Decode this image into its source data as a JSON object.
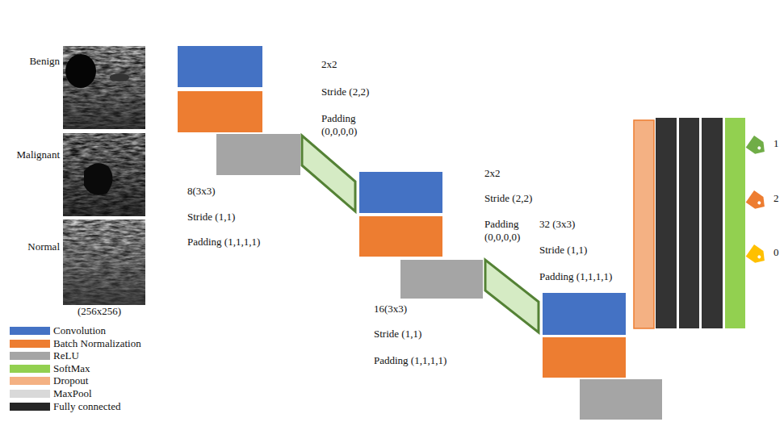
{
  "diagram": {
    "labels": [
      "Benign",
      "Malignant",
      "Normal",
      "(256x256)",
      "2x2",
      "Stride (2,2)",
      "Padding (0,0,0,0)",
      "8(3x3)",
      "Stride (1,1)",
      "Padding (1,1,1,1)",
      "2x2",
      "Stride (2,2)",
      "Padding (0,0,0,0)",
      "16(3x3)",
      "Stride (1,1)",
      "Padding (1,1,1,1)",
      "32 (3x3)",
      "Stride (1,1)",
      "Padding (1,1,1,1)",
      "1",
      "2",
      "0"
    ],
    "legend": [
      {
        "text": "Convolution",
        "color": "#4472c4"
      },
      {
        "text": "Batch Normalization",
        "color": "#ed7d31"
      },
      {
        "text": "ReLU",
        "color": "#a5a5a5"
      },
      {
        "text": "SoftMax",
        "color": "#92d050"
      },
      {
        "text": "Dropout",
        "color": "#f4b183"
      },
      {
        "text": "MaxPool",
        "color": "#d9d9d9"
      },
      {
        "text": "Fully connected",
        "color": "#262626"
      }
    ]
  }
}
